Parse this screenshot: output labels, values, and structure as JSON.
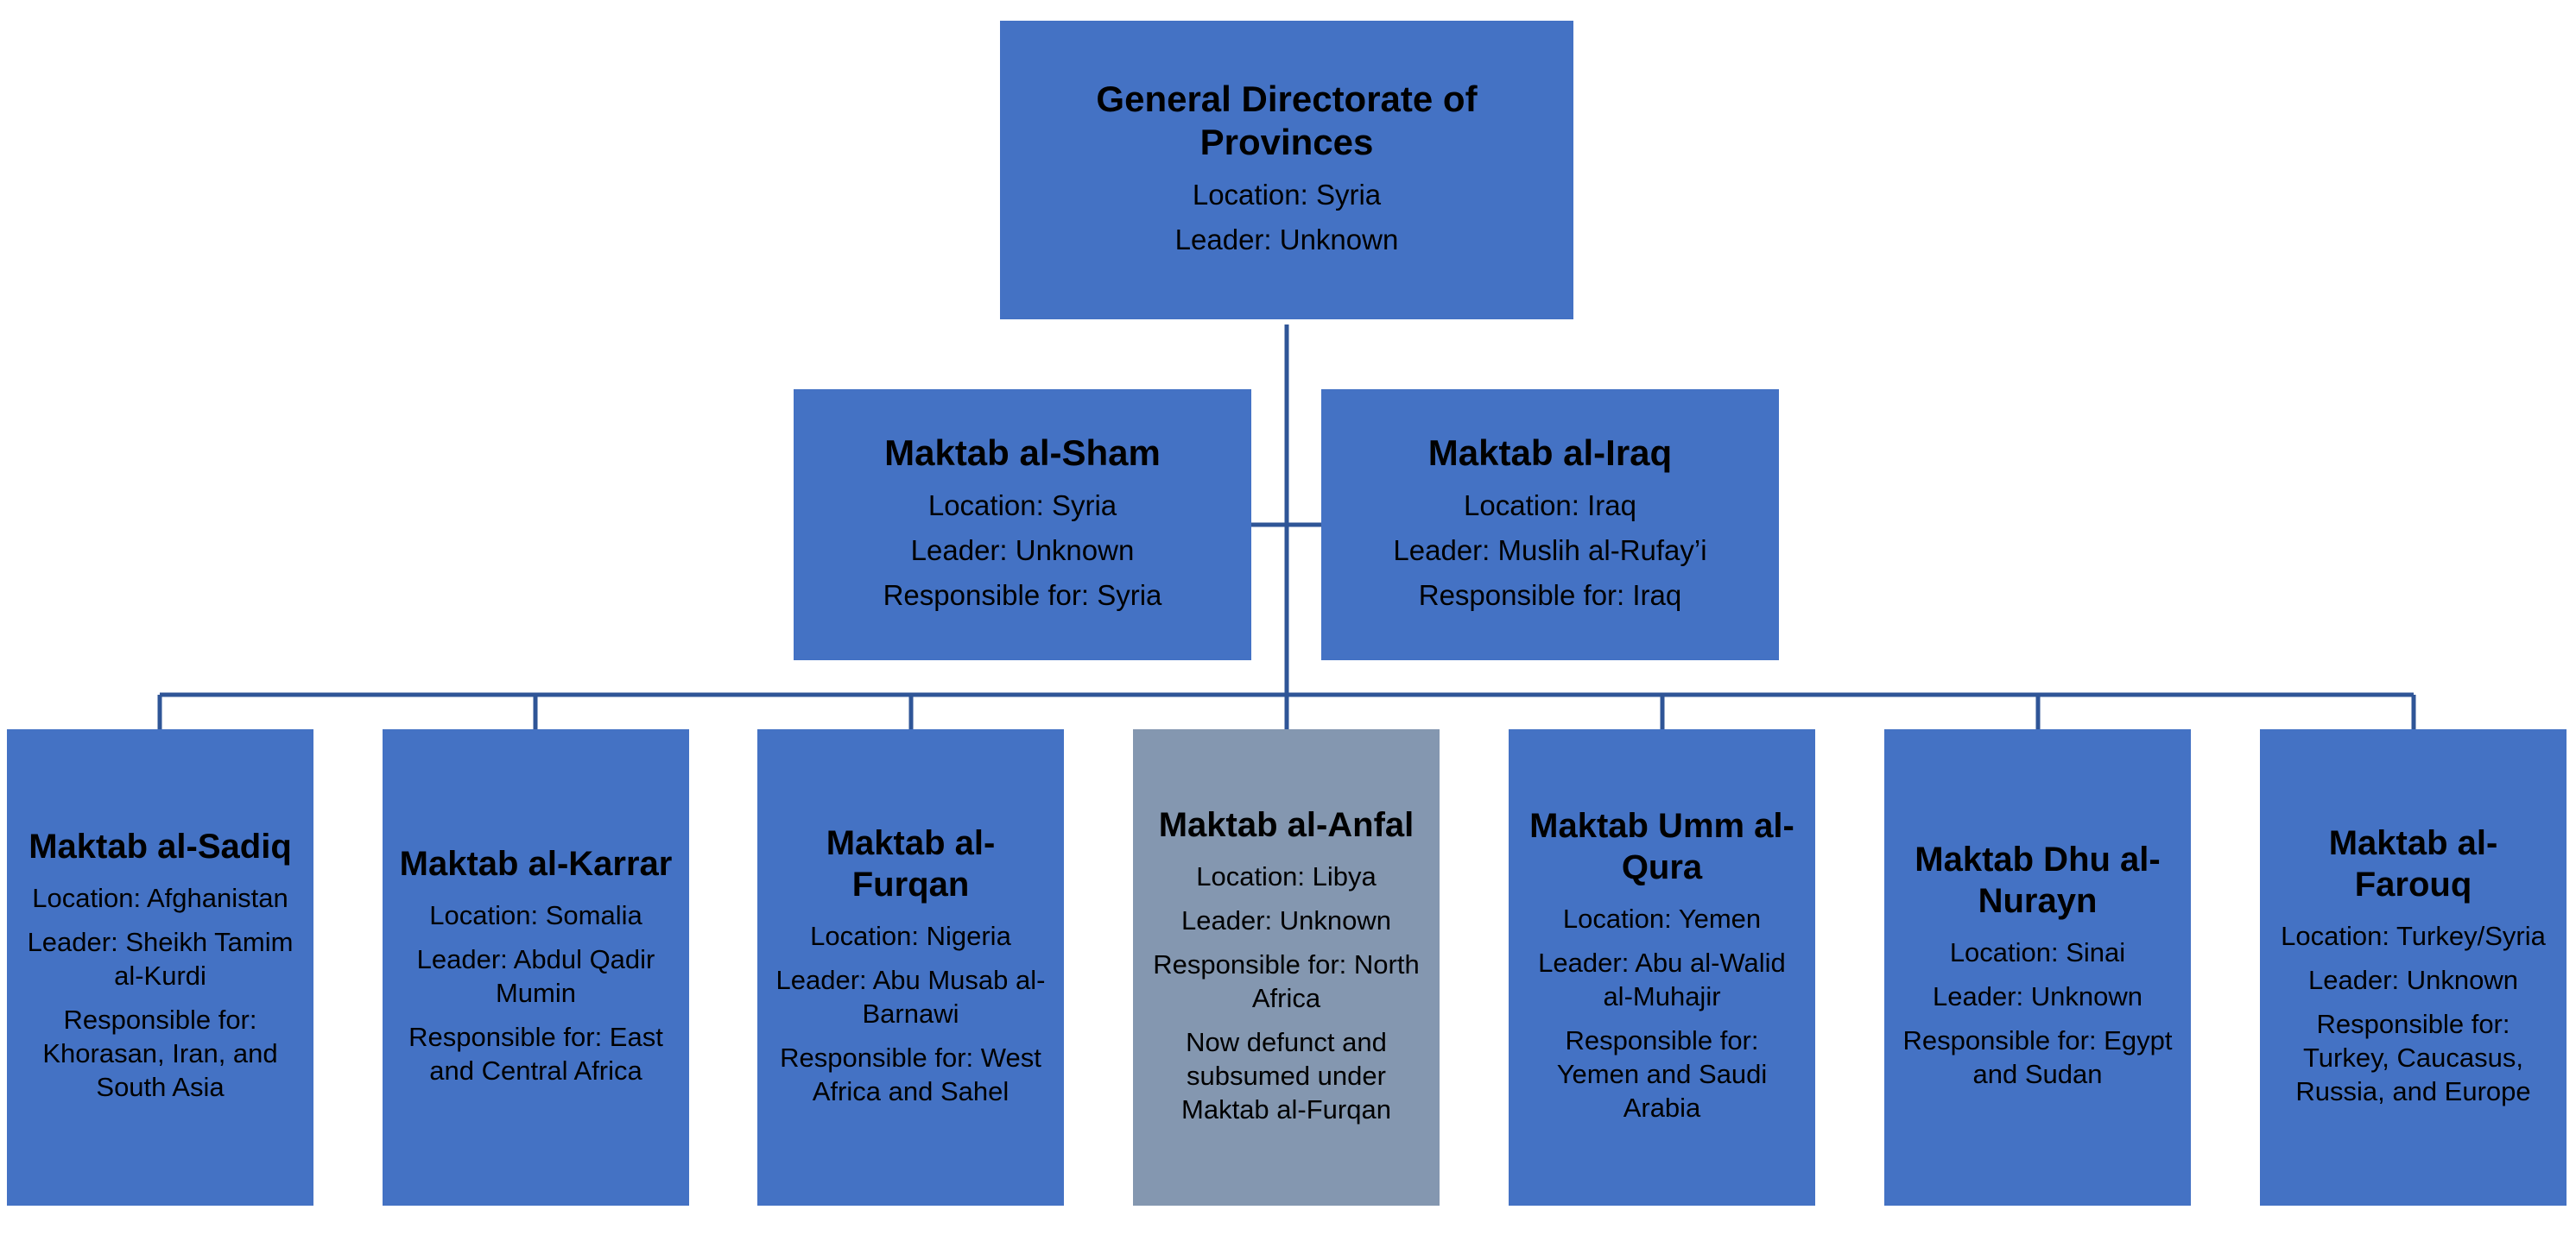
{
  "colors": {
    "box_fill": "#4472c4",
    "defunct_fill": "#8497b0",
    "connector": "#2f5597",
    "text": "#000000"
  },
  "top": {
    "title": "General Directorate of Provinces",
    "location": "Location: Syria",
    "leader": "Leader: Unknown"
  },
  "middle": [
    {
      "title": "Maktab al-Sham",
      "location": "Location: Syria",
      "leader": "Leader: Unknown",
      "responsible": "Responsible for: Syria"
    },
    {
      "title": "Maktab al-Iraq",
      "location": "Location: Iraq",
      "leader": "Leader: Muslih al-Rufay’i",
      "responsible": "Responsible for: Iraq"
    }
  ],
  "bottom": [
    {
      "title": "Maktab al-Sadiq",
      "location": "Location: Afghanistan",
      "leader": "Leader: Sheikh Tamim al-Kurdi",
      "responsible": "Responsible for: Khorasan, Iran, and South Asia"
    },
    {
      "title": "Maktab al-Karrar",
      "location": "Location: Somalia",
      "leader": "Leader: Abdul Qadir Mumin",
      "responsible": "Responsible for: East and Central Africa"
    },
    {
      "title": "Maktab al-Furqan",
      "location": "Location: Nigeria",
      "leader": "Leader: Abu Musab al-Barnawi",
      "responsible": "Responsible for: West Africa and Sahel"
    },
    {
      "title": "Maktab al-Anfal",
      "location": "Location: Libya",
      "leader": "Leader: Unknown",
      "responsible": "Responsible for: North Africa",
      "note": "Now defunct and subsumed under Maktab al-Furqan"
    },
    {
      "title": "Maktab Umm al-Qura",
      "location": "Location: Yemen",
      "leader": "Leader: Abu al-Walid al-Muhajir",
      "responsible": "Responsible for: Yemen and Saudi Arabia"
    },
    {
      "title": "Maktab Dhu al-Nurayn",
      "location": "Location: Sinai",
      "leader": "Leader: Unknown",
      "responsible": "Responsible for: Egypt and Sudan"
    },
    {
      "title": "Maktab al-Farouq",
      "location": "Location: Turkey/Syria",
      "leader": "Leader: Unknown",
      "responsible": "Responsible for: Turkey, Caucasus, Russia, and Europe"
    }
  ]
}
